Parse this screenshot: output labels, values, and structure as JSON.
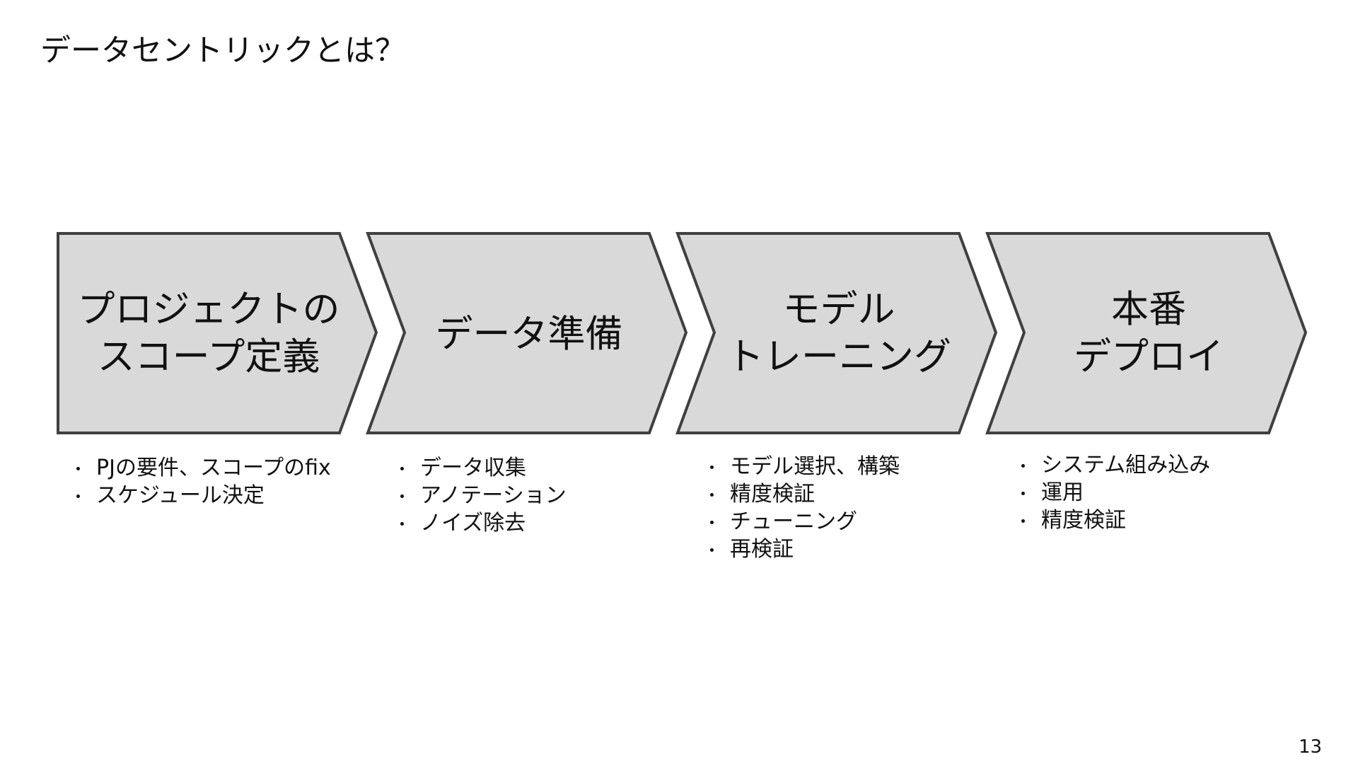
{
  "title": "データセントリックとは？",
  "page_number": "13",
  "colors": {
    "chevron_fill": "#d9d9d9",
    "chevron_stroke": "#404040",
    "text": "#111111"
  },
  "stages": [
    {
      "label_lines": [
        "プロジェクトの",
        "スコープ定義"
      ],
      "bullets": [
        "PJの要件、スコープのfix",
        "スケジュール決定"
      ]
    },
    {
      "label_lines": [
        "データ準備"
      ],
      "bullets": [
        "データ収集",
        "アノテーション",
        "ノイズ除去"
      ]
    },
    {
      "label_lines": [
        "モデル",
        "トレーニング"
      ],
      "bullets": [
        "モデル選択、構築",
        "精度検証",
        "チューニング",
        "再検証"
      ]
    },
    {
      "label_lines": [
        "本番",
        "デプロイ"
      ],
      "bullets": [
        "システム組み込み",
        "運用",
        "精度検証"
      ]
    }
  ]
}
